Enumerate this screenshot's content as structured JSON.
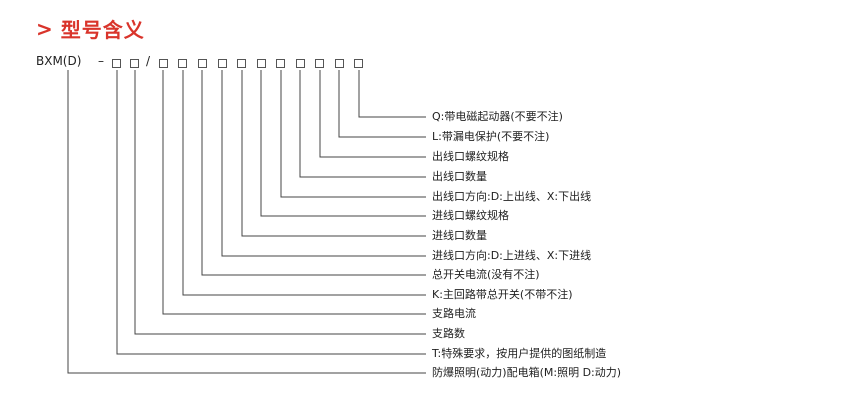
{
  "heading": {
    "chevron": ">",
    "title": "型号含义"
  },
  "model": {
    "prefix": "BXM(D)",
    "dash": "–",
    "slash": "/"
  },
  "labels": [
    "Q:带电磁起动器(不要不注)",
    "L:带漏电保护(不要不注)",
    "出线口螺纹规格",
    "出线口数量",
    "出线口方向:D:上出线、X:下出线",
    "进线口螺纹规格",
    "进线口数量",
    "进线口方向:D:上进线、X:下进线",
    "总开关电流(没有不注)",
    "K:主回路带总开关(不带不注)",
    "支路电流",
    "支路数",
    "T:特殊要求，按用户提供的图纸制造",
    "防爆照明(动力)配电箱(M:照明 D:动力)"
  ],
  "colors": {
    "accent": "#d9342b",
    "line": "#444444",
    "text": "#222222"
  }
}
